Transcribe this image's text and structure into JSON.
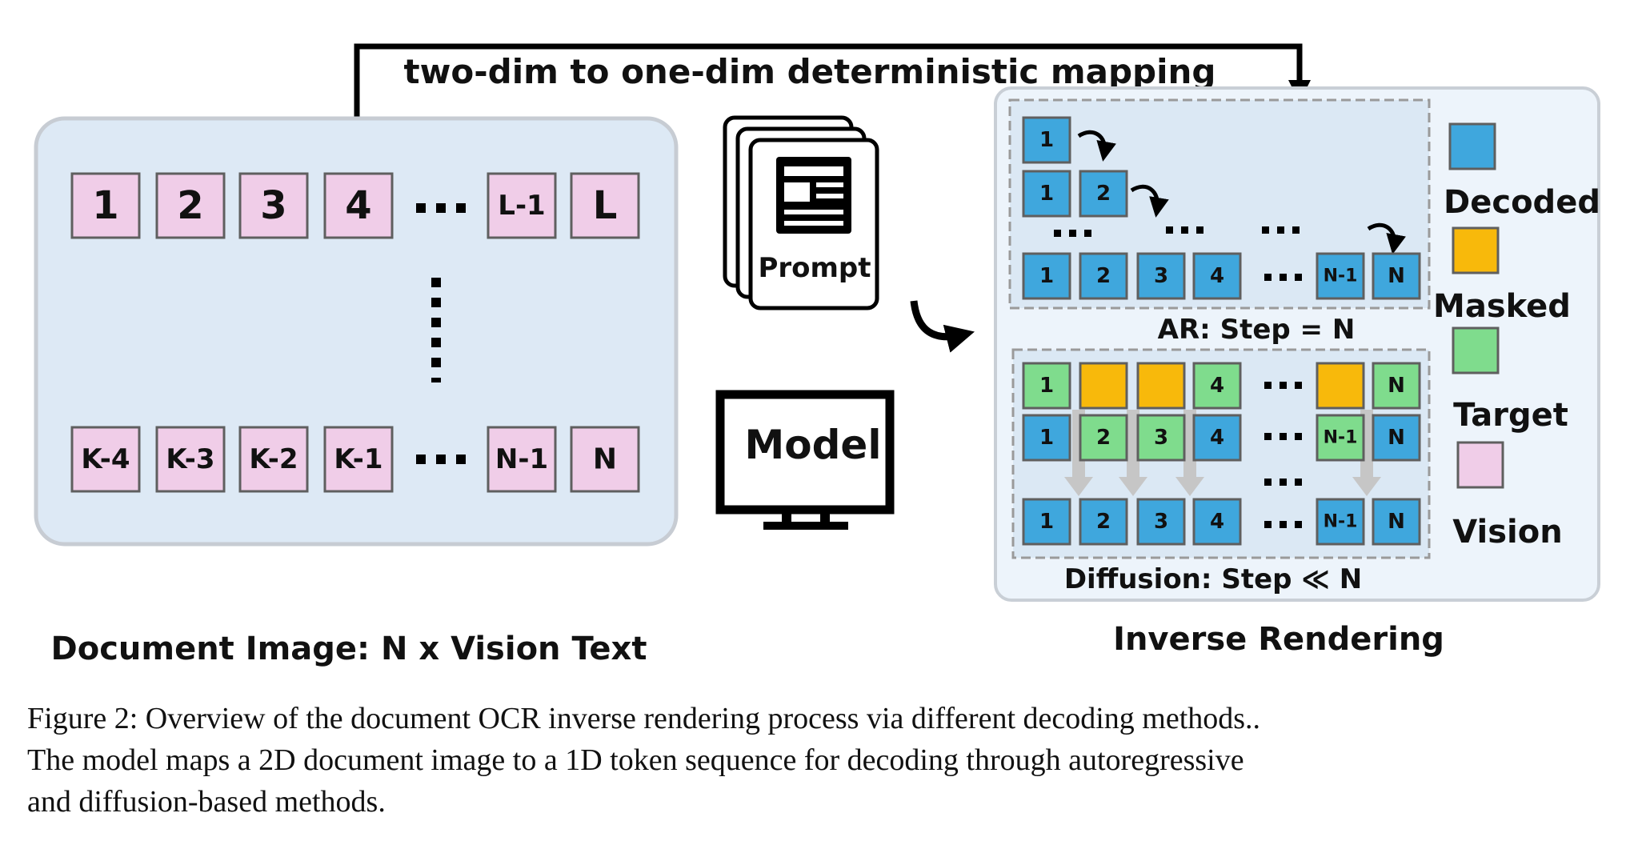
{
  "mapping_label": "two-dim to one-dim deterministic mapping",
  "document_panel": {
    "title": "Document Image: N x Vision Text",
    "top_row": [
      "1",
      "2",
      "3",
      "4",
      "L-1",
      "L"
    ],
    "bottom_row": [
      "K-4",
      "K-3",
      "K-2",
      "K-1",
      "N-1",
      "N"
    ]
  },
  "prompt_label": "Prompt",
  "model_label": "Model",
  "inverse_panel": {
    "title": "Inverse Rendering",
    "ar": {
      "label": "AR: Step = N",
      "row1": [
        "1"
      ],
      "row2": [
        "1",
        "2"
      ],
      "row3": [
        "1",
        "2",
        "3",
        "4",
        "N-1",
        "N"
      ]
    },
    "diffusion": {
      "label": "Diffusion: Step ≪ N",
      "row1": [
        "1",
        "",
        "",
        "4",
        "",
        "N"
      ],
      "row2": [
        "1",
        "2",
        "3",
        "4",
        "N-1",
        "N"
      ],
      "row3": [
        "1",
        "2",
        "3",
        "4",
        "N-1",
        "N"
      ]
    }
  },
  "legend": [
    {
      "label": "Decoded",
      "color": "#3fa7dd"
    },
    {
      "label": "Masked",
      "color": "#f8b90b"
    },
    {
      "label": "Target",
      "color": "#7fdc8d"
    },
    {
      "label": "Vision",
      "color": "#f0cde8"
    }
  ],
  "caption": [
    "Figure 2: Overview of the document OCR inverse rendering process via different decoding methods..",
    "The model maps a 2D document image to a 1D token sequence for decoding through autoregressive",
    "and diffusion-based methods."
  ]
}
